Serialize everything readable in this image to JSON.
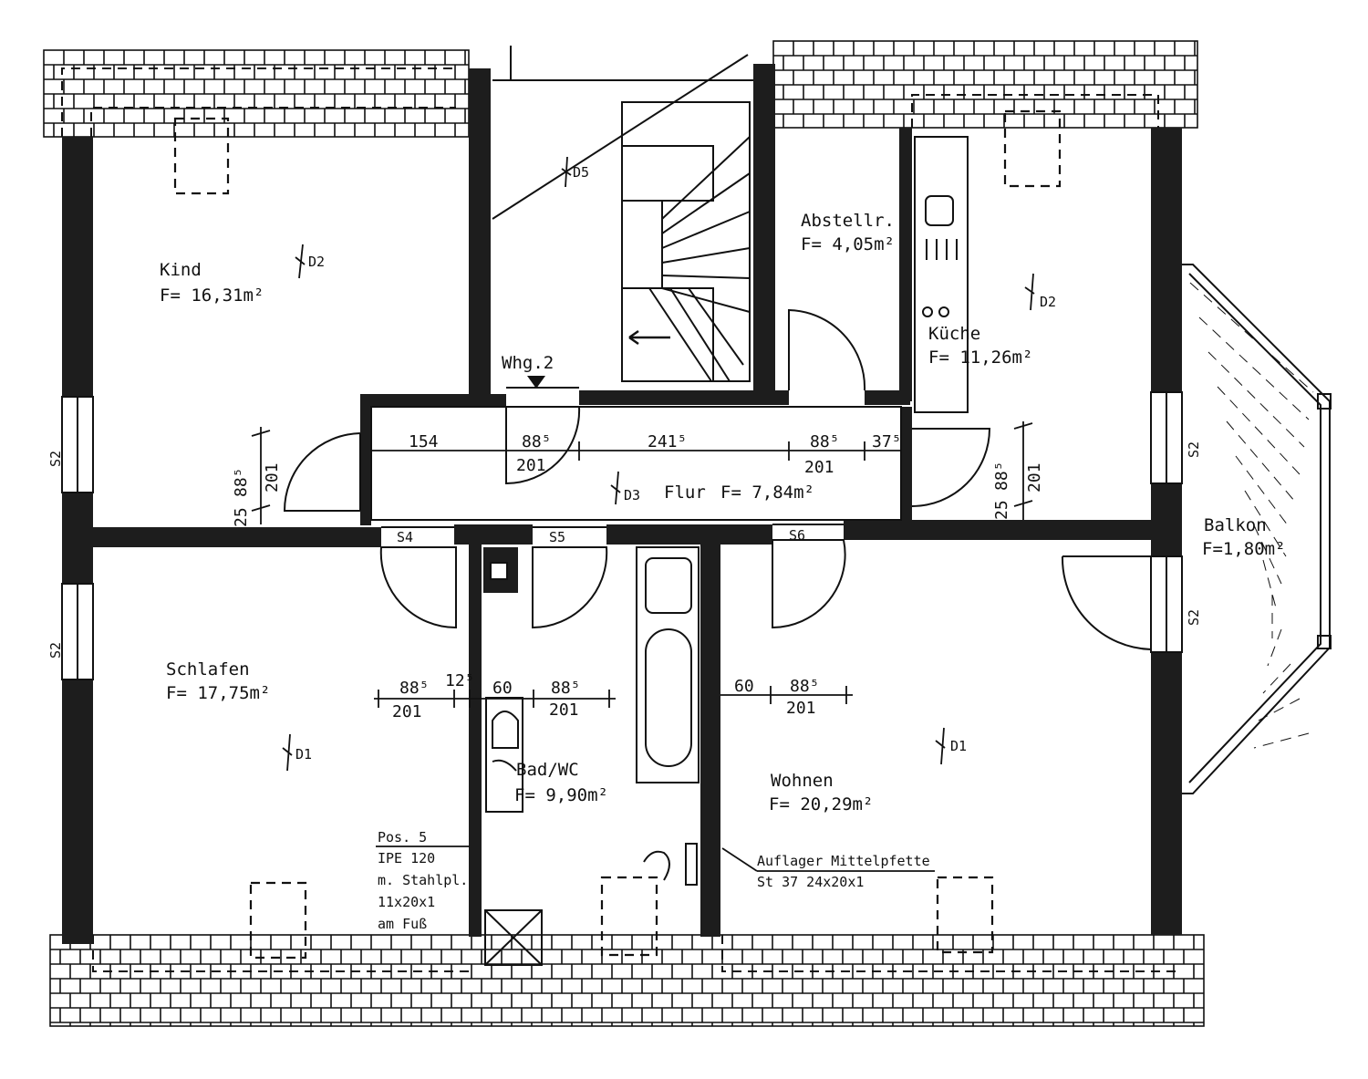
{
  "rooms": {
    "kind": {
      "name": "Kind",
      "area": "F= 16,31m²",
      "ceiling": "D2"
    },
    "stair": {
      "ceiling": "D5",
      "unit": "Whg.2"
    },
    "abstell": {
      "name": "Abstellr.",
      "area": "F= 4,05m²"
    },
    "kueche": {
      "name": "Küche",
      "area": "F= 11,26m²",
      "ceiling": "D2"
    },
    "flur": {
      "name": "Flur",
      "area": "F= 7,84m²",
      "ceiling": "D3"
    },
    "balkon": {
      "name": "Balkon",
      "area": "F=1,80m²"
    },
    "schlafen": {
      "name": "Schlafen",
      "area": "F= 17,75m²",
      "ceiling": "D1"
    },
    "bad": {
      "name": "Bad/WC",
      "area": "F= 9,90m²"
    },
    "wohnen": {
      "name": "Wohnen",
      "area": "F= 20,29m²",
      "ceiling": "D1"
    }
  },
  "lintels": {
    "s2": "S2",
    "s4": "S4",
    "s5": "S5",
    "s6": "S6"
  },
  "dimensions": {
    "flur_top": [
      "154",
      "88⁵",
      "241⁵",
      "88⁵",
      "37⁵"
    ],
    "flur_bottom": [
      "201",
      "201"
    ],
    "left_vertical": [
      "25",
      "88⁵",
      "201"
    ],
    "right_vertical": [
      "25",
      "88⁵",
      "201"
    ],
    "schlafen_row_top": [
      "88⁵",
      "12⁵",
      "60",
      "88⁵"
    ],
    "schlafen_row_bottom": [
      "201",
      "201"
    ],
    "wohnen_row_top": [
      "60",
      "88⁵"
    ],
    "wohnen_row_bottom": [
      "201"
    ]
  },
  "notes": {
    "pos": [
      "Pos. 5",
      "IPE 120",
      "m. Stahlpl.",
      "11x20x1",
      "am Fuß"
    ],
    "auflager": [
      "Auflager Mittelpfette",
      "St 37   24x20x1"
    ]
  }
}
